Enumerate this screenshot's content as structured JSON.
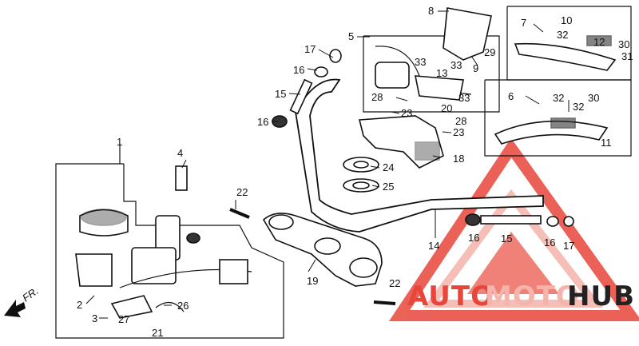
{
  "callouts": [
    {
      "id": "c1",
      "text": "1"
    },
    {
      "id": "c2",
      "text": "2"
    },
    {
      "id": "c3",
      "text": "3"
    },
    {
      "id": "c4",
      "text": "4"
    },
    {
      "id": "c5",
      "text": "5"
    },
    {
      "id": "c6",
      "text": "6"
    },
    {
      "id": "c7",
      "text": "7"
    },
    {
      "id": "c8",
      "text": "8"
    },
    {
      "id": "c9",
      "text": "9"
    },
    {
      "id": "c10",
      "text": "10"
    },
    {
      "id": "c11",
      "text": "11"
    },
    {
      "id": "c12",
      "text": "12"
    },
    {
      "id": "c13",
      "text": "13"
    },
    {
      "id": "c14",
      "text": "14"
    },
    {
      "id": "c15a",
      "text": "15"
    },
    {
      "id": "c15b",
      "text": "15"
    },
    {
      "id": "c16a",
      "text": "16"
    },
    {
      "id": "c16b",
      "text": "16"
    },
    {
      "id": "c16c",
      "text": "16"
    },
    {
      "id": "c16d",
      "text": "16"
    },
    {
      "id": "c17a",
      "text": "17"
    },
    {
      "id": "c17b",
      "text": "17"
    },
    {
      "id": "c18",
      "text": "18"
    },
    {
      "id": "c19",
      "text": "19"
    },
    {
      "id": "c20",
      "text": "20"
    },
    {
      "id": "c21",
      "text": "21"
    },
    {
      "id": "c22a",
      "text": "22"
    },
    {
      "id": "c22b",
      "text": "22"
    },
    {
      "id": "c23a",
      "text": "23"
    },
    {
      "id": "c23b",
      "text": "23"
    },
    {
      "id": "c24",
      "text": "24"
    },
    {
      "id": "c25",
      "text": "25"
    },
    {
      "id": "c26",
      "text": "26"
    },
    {
      "id": "c27",
      "text": "27"
    },
    {
      "id": "c28a",
      "text": "28"
    },
    {
      "id": "c28b",
      "text": "28"
    },
    {
      "id": "c29",
      "text": "29"
    },
    {
      "id": "c30a",
      "text": "30"
    },
    {
      "id": "c30b",
      "text": "30"
    },
    {
      "id": "c31",
      "text": "31"
    },
    {
      "id": "c32a",
      "text": "32"
    },
    {
      "id": "c32b",
      "text": "32"
    },
    {
      "id": "c32c",
      "text": "32"
    },
    {
      "id": "c33a",
      "text": "33"
    },
    {
      "id": "c33b",
      "text": "33"
    },
    {
      "id": "c33c",
      "text": "33"
    }
  ],
  "direction_label": "FR.",
  "watermark": {
    "part1": "AUTO",
    "part2": "MOTO",
    "part3": "HUB",
    "color_primary": "#e8463a",
    "color_secondary": "#f4b3ab",
    "color_dark": "#222222"
  }
}
